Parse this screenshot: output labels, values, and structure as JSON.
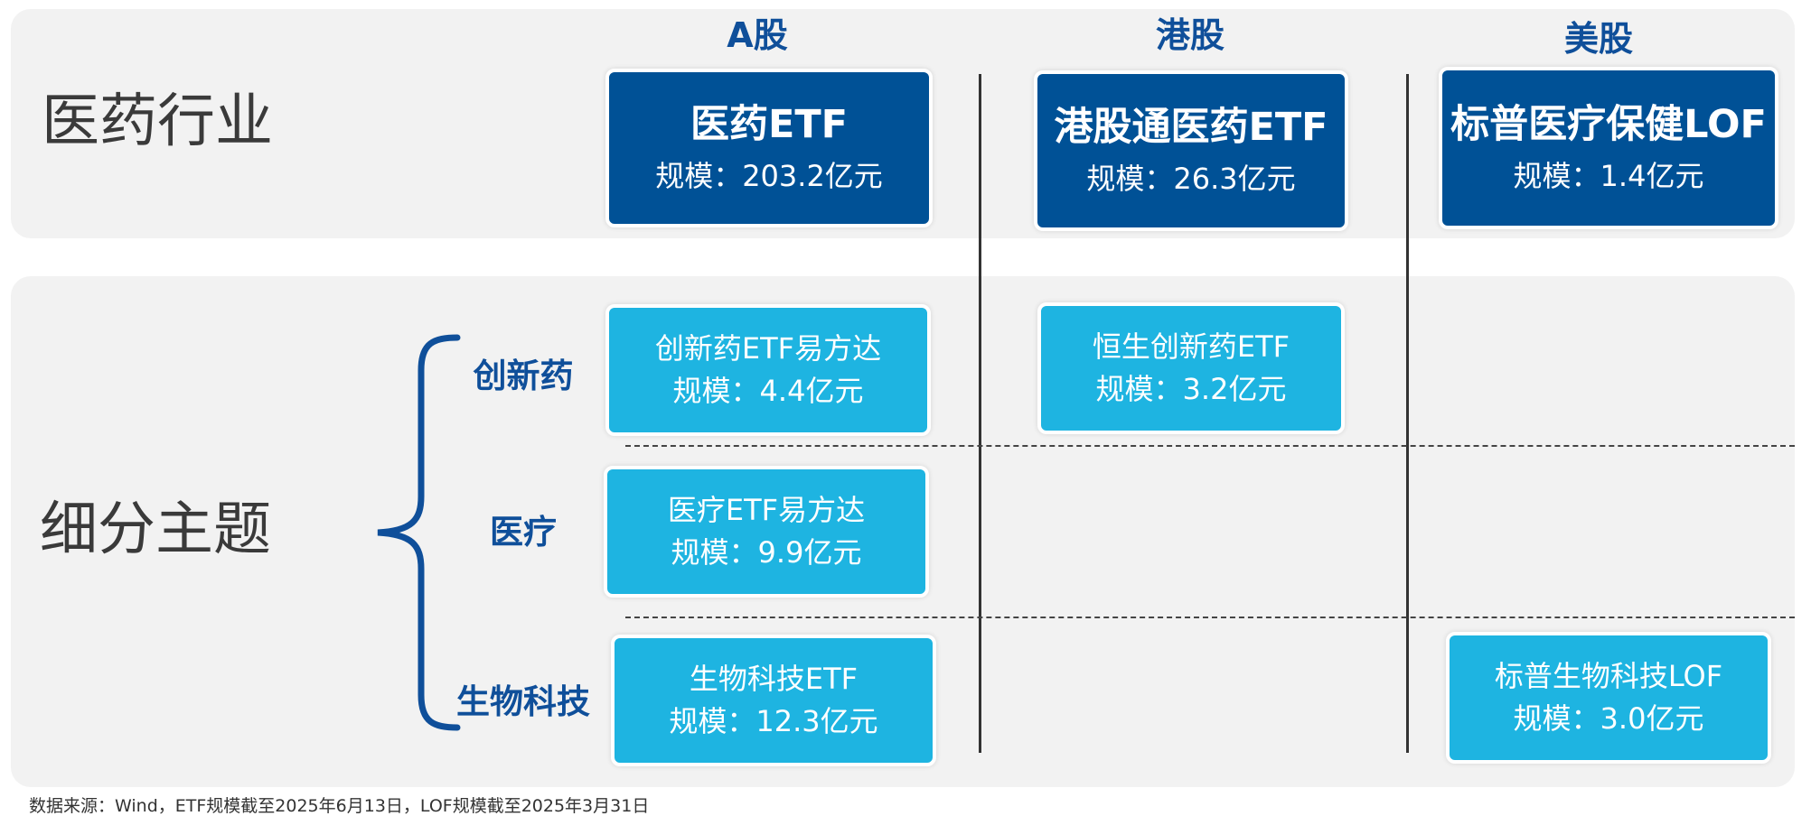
{
  "columns": [
    "A股",
    "港股",
    "美股"
  ],
  "sections": {
    "industry": "医药行业",
    "themes": "细分主题"
  },
  "rows": [
    "创新药",
    "医疗",
    "生物科技"
  ],
  "industry_funds": [
    {
      "name": "医药ETF",
      "scale": "规模：203.2亿元"
    },
    {
      "name": "港股通医药ETF",
      "scale": "规模：26.3亿元"
    },
    {
      "name": "标普医疗保健LOF",
      "scale": "规模：1.4亿元"
    }
  ],
  "theme_funds": [
    {
      "name": "创新药ETF易方达",
      "scale": "规模：4.4亿元"
    },
    {
      "name": "恒生创新药ETF",
      "scale": "规模：3.2亿元"
    },
    {
      "name": "医疗ETF易方达",
      "scale": "规模：9.9亿元"
    },
    {
      "name": "生物科技ETF",
      "scale": "规模：12.3亿元"
    },
    {
      "name": "标普生物科技LOF",
      "scale": "规模：3.0亿元"
    }
  ],
  "footnote": "数据来源：Wind，ETF规模截至2025年6月13日，LOF规模截至2025年3月31日",
  "colors": {
    "panel": "#f2f2f2",
    "header_blue": "#0f4f9a",
    "dark_box": "#005196",
    "light_box": "#1eb4e1"
  }
}
